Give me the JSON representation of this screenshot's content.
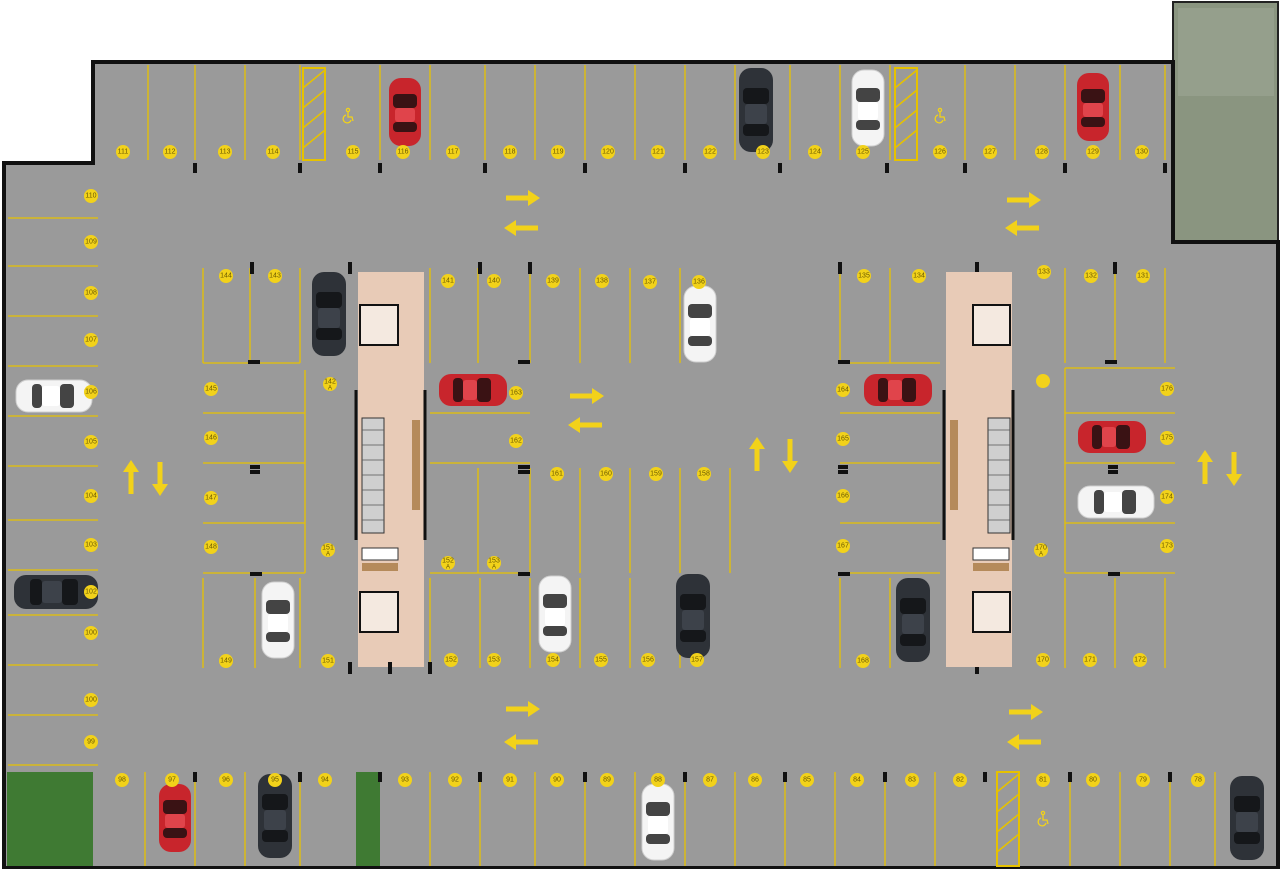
{
  "colors": {
    "asphalt": "#9a9a9a",
    "line": "#e6c200",
    "badge": "#f2d21a",
    "wall": "#111111",
    "core": "#e8cbb7",
    "grass": "#3f7a33",
    "ramp": "#8a9580"
  },
  "icons": {
    "accessible": "wheelchair-icon",
    "direction": "arrow-icon",
    "vehicle": "car-icon"
  },
  "top_row": [
    {
      "label": "111"
    },
    {
      "label": "112"
    },
    {
      "label": "113"
    },
    {
      "label": "114"
    },
    {
      "label": "115"
    },
    {
      "label": "116"
    },
    {
      "label": "117"
    },
    {
      "label": "118"
    },
    {
      "label": "119"
    },
    {
      "label": "120"
    },
    {
      "label": "121"
    },
    {
      "label": "122"
    },
    {
      "label": "123"
    },
    {
      "label": "124"
    },
    {
      "label": "125"
    },
    {
      "label": "126"
    },
    {
      "label": "127"
    },
    {
      "label": "128"
    },
    {
      "label": "129"
    },
    {
      "label": "130"
    }
  ],
  "left_column": [
    {
      "label": "110"
    },
    {
      "label": "109"
    },
    {
      "label": "108"
    },
    {
      "label": "107"
    },
    {
      "label": "106"
    },
    {
      "label": "105"
    },
    {
      "label": "104"
    },
    {
      "label": "103"
    },
    {
      "label": "102"
    },
    {
      "label": "100"
    },
    {
      "label": "100"
    },
    {
      "label": "99"
    }
  ],
  "bottom_row": [
    {
      "label": "98"
    },
    {
      "label": "97"
    },
    {
      "label": "96"
    },
    {
      "label": "95"
    },
    {
      "label": "94"
    },
    {
      "label": "93"
    },
    {
      "label": "92"
    },
    {
      "label": "91"
    },
    {
      "label": "90"
    },
    {
      "label": "89"
    },
    {
      "label": "88"
    },
    {
      "label": "87"
    },
    {
      "label": "86"
    },
    {
      "label": "85"
    },
    {
      "label": "84"
    },
    {
      "label": "83"
    },
    {
      "label": "82"
    },
    {
      "label": "81"
    },
    {
      "label": "80"
    },
    {
      "label": "79"
    },
    {
      "label": "78"
    }
  ],
  "left_island": [
    {
      "label": "144"
    },
    {
      "label": "143"
    },
    {
      "label": "142",
      "sub": "A"
    },
    {
      "label": "145"
    },
    {
      "label": "146"
    },
    {
      "label": "147"
    },
    {
      "label": "148"
    },
    {
      "label": "151",
      "sub": "A"
    },
    {
      "label": "149"
    },
    {
      "label": "151"
    }
  ],
  "center_island": [
    {
      "label": "141"
    },
    {
      "label": "140"
    },
    {
      "label": "139"
    },
    {
      "label": "138"
    },
    {
      "label": "137"
    },
    {
      "label": "136"
    },
    {
      "label": "163"
    },
    {
      "label": "162"
    },
    {
      "label": "161"
    },
    {
      "label": "160"
    },
    {
      "label": "159"
    },
    {
      "label": "158"
    },
    {
      "label": "152",
      "sub": "A"
    },
    {
      "label": "153",
      "sub": "A"
    },
    {
      "label": "152"
    },
    {
      "label": "153"
    },
    {
      "label": "154"
    },
    {
      "label": "155"
    },
    {
      "label": "156"
    },
    {
      "label": "157"
    }
  ],
  "right_island": [
    {
      "label": "135"
    },
    {
      "label": "134"
    },
    {
      "label": "133"
    },
    {
      "label": "132"
    },
    {
      "label": "131"
    },
    {
      "label": "164"
    },
    {
      "label": "165"
    },
    {
      "label": "166"
    },
    {
      "label": "167"
    },
    {
      "label": "168"
    },
    {
      "label": "176"
    },
    {
      "label": "175"
    },
    {
      "label": "174"
    },
    {
      "label": "173"
    },
    {
      "label": "170",
      "sub": "A"
    },
    {
      "label": "170"
    },
    {
      "label": "171"
    },
    {
      "label": "172"
    }
  ]
}
